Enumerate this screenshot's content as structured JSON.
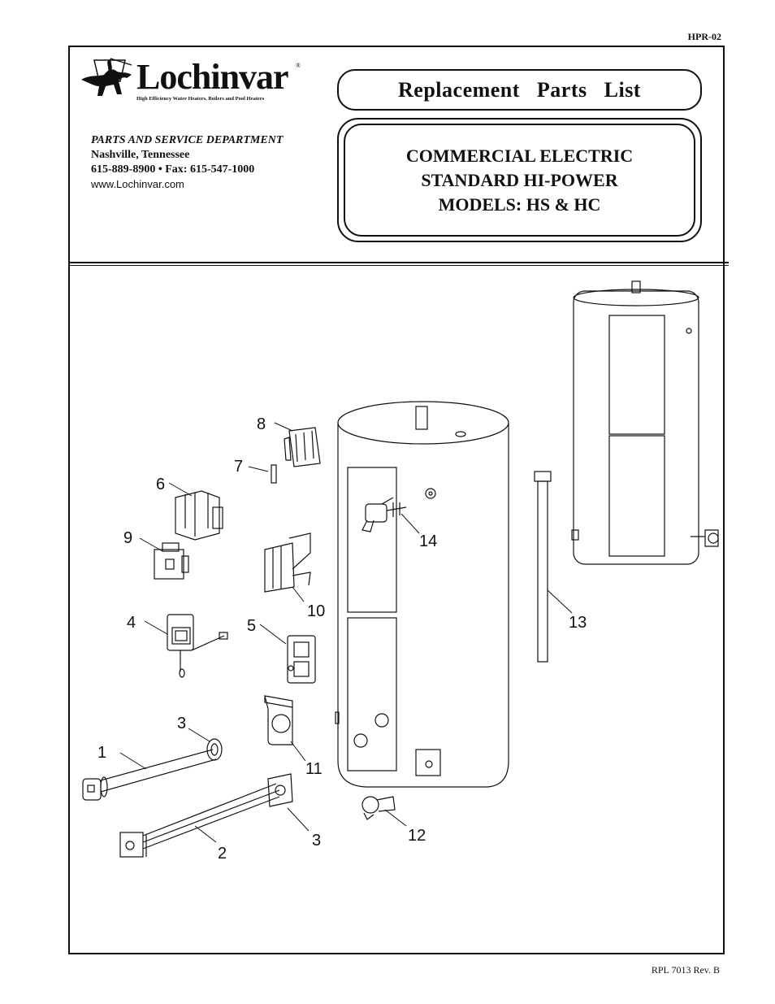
{
  "doc_code": "HPR-02",
  "logo": {
    "brand": "Lochinvar",
    "registered": "®",
    "tagline": "High Efficiency Water Heaters, Boilers and Pool Heaters"
  },
  "department": {
    "title": "PARTS AND SERVICE DEPARTMENT",
    "location": "Nashville, Tennessee",
    "phone": "615-889-8900 • Fax: 615-547-1000",
    "website": "www.Lochinvar.com"
  },
  "header_title": "Replacement   Parts   List",
  "model": {
    "line1": "COMMERCIAL ELECTRIC",
    "line2": "STANDARD HI-POWER",
    "line3": "MODELS: HS & HC"
  },
  "callouts": [
    "1",
    "2",
    "3",
    "3",
    "4",
    "5",
    "6",
    "7",
    "8",
    "9",
    "10",
    "11",
    "12",
    "13",
    "14"
  ],
  "revision": "RPL 7013 Rev. B"
}
